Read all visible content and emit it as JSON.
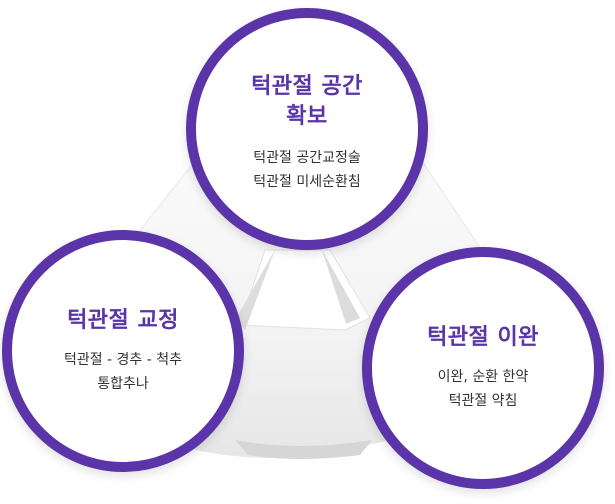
{
  "colors": {
    "accent": "#5a34a8",
    "text": "#333333",
    "triangle_light": "#f6f6f6",
    "triangle_shadow": "#d4d4d4"
  },
  "circles": {
    "top": {
      "title_lines": [
        "턱관절 공간",
        "확보"
      ],
      "desc_lines": [
        "턱관절 공간교정술",
        "턱관절 미세순환침"
      ]
    },
    "left": {
      "title_lines": [
        "턱관절 교정"
      ],
      "desc_lines": [
        "턱관절 - 경추 - 척추",
        "통합추나"
      ]
    },
    "right": {
      "title_lines": [
        "턱관절 이완"
      ],
      "desc_lines": [
        "이완, 순환 한약",
        "턱관절 약침"
      ]
    }
  }
}
